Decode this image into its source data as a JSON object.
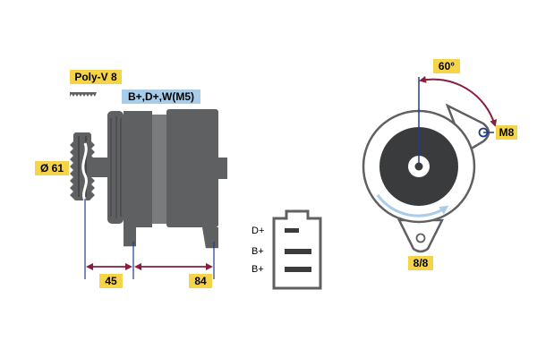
{
  "labels": {
    "belt": "Poly-V 8",
    "terminals": "B+,D+,W(M5)",
    "pulley_diameter": "Ø 61",
    "dim_front": "45",
    "dim_rear": "84",
    "angle": "60°",
    "mount_thread": "M8",
    "bolt_size": "8/8"
  },
  "plug_pins": [
    "D+",
    "B+",
    "B+"
  ],
  "colors": {
    "label_bg": "#f6d44a",
    "terminal_bg": "#a9cde9",
    "dimension": "#8a1d3c",
    "axis": "#1f3d8f",
    "housing": "#5f6062",
    "rotation_arrow": "#a9cde9"
  }
}
